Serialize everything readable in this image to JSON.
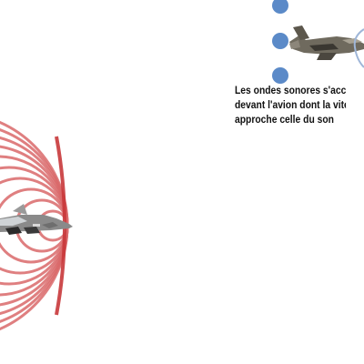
{
  "slide": {
    "caption_lines": [
      "Les ondes sonores s'accum",
      "devant l'avion dont la vitess",
      " approche celle du son"
    ]
  },
  "colors": {
    "background": "#ffffff",
    "wave_ring": "#d9686a",
    "wave_front": "#c8373a",
    "bullet_dot": "#5b8ac8",
    "bubble_outline": "#9fb6d8",
    "caption_text": "#111111"
  },
  "icons": {
    "jet_top": "fighter-jet-icon",
    "jet_left": "fighter-jet-icon",
    "bullet": "circle-bullet-icon"
  }
}
